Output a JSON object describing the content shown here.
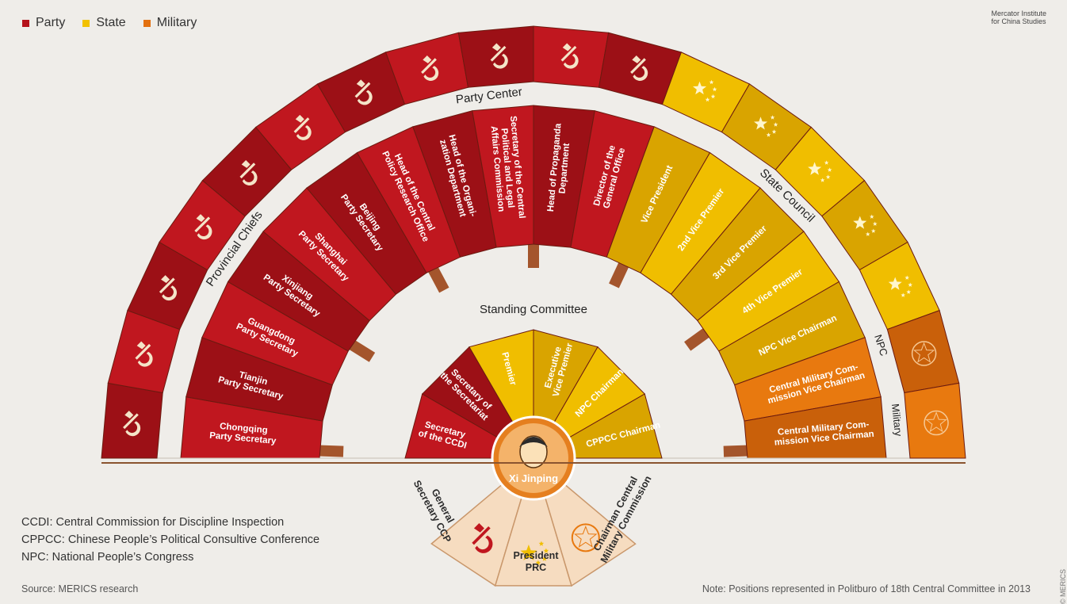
{
  "legend": [
    {
      "label": "Party",
      "color": "#b5121b"
    },
    {
      "label": "State",
      "color": "#f2c100"
    },
    {
      "label": "Military",
      "color": "#e3700f"
    }
  ],
  "brand": [
    "Mercator Institute",
    "for China Studies"
  ],
  "groups": {
    "party_center": "Party Center",
    "state_council": "State Council",
    "provincial_chiefs": "Provincial Chiefs",
    "npc": "NPC",
    "military": "Military",
    "standing_committee": "Standing Committee"
  },
  "outer_positions": [
    {
      "label": "Chongqing\nParty Secretary",
      "type": "party"
    },
    {
      "label": "Tianjin\nParty Secretary",
      "type": "party"
    },
    {
      "label": "Guangdong\nParty Secretary",
      "type": "party"
    },
    {
      "label": "Xinjiang\nParty Secretary",
      "type": "party"
    },
    {
      "label": "Shanghai\nParty Secretary",
      "type": "party"
    },
    {
      "label": "Beijing\nParty Secretary",
      "type": "party"
    },
    {
      "label": "Head of the Central\nPolicy Research Office",
      "type": "party"
    },
    {
      "label": "Head of the Organi-\nzation Department",
      "type": "party"
    },
    {
      "label": "Secretary of the Central\nPolitical and Legal\nAffairs Commission",
      "type": "party"
    },
    {
      "label": "Head of Propaganda\nDepartment",
      "type": "party"
    },
    {
      "label": "Director of the\nGeneral Office",
      "type": "party"
    },
    {
      "label": "Vice President",
      "type": "state"
    },
    {
      "label": "2nd Vice Premier",
      "type": "state"
    },
    {
      "label": "3rd Vice Premier",
      "type": "state"
    },
    {
      "label": "4th Vice Premier",
      "type": "state"
    },
    {
      "label": "NPC Vice Chairman",
      "type": "state"
    },
    {
      "label": "Central Military Com-\nmission Vice Chairman",
      "type": "military"
    },
    {
      "label": "Central Military Com-\nmission Vice Chairman",
      "type": "military"
    }
  ],
  "standing_committee": [
    {
      "label": "Secretary\nof the CCDI",
      "type": "party"
    },
    {
      "label": "Secretary of\nthe Secretariat",
      "type": "party"
    },
    {
      "label": "Premier",
      "type": "state"
    },
    {
      "label": "Executive\nVice Premier",
      "type": "state"
    },
    {
      "label": "NPC Chairman",
      "type": "state"
    },
    {
      "label": "CPPCC Chairman",
      "type": "state"
    }
  ],
  "center": {
    "name": "Xi Jinping",
    "roles": [
      {
        "label": "General\nSecretary CCP",
        "symbol": "hammer-sickle"
      },
      {
        "label": "President\nPRC",
        "symbol": "stars"
      },
      {
        "label": "Chairman Central\nMilitary Commission",
        "symbol": "military-star"
      }
    ]
  },
  "abbreviations": [
    "CCDI: Central Commission for Discipline Inspection",
    "CPPCC: Chinese People’s Political Consultive Conference",
    "NPC: National People’s Congress"
  ],
  "source": "Source: MERICS research",
  "note": "Note: Positions represented in Politburo of 18th Central Committee in 2013",
  "copyright": "© MERICS"
}
